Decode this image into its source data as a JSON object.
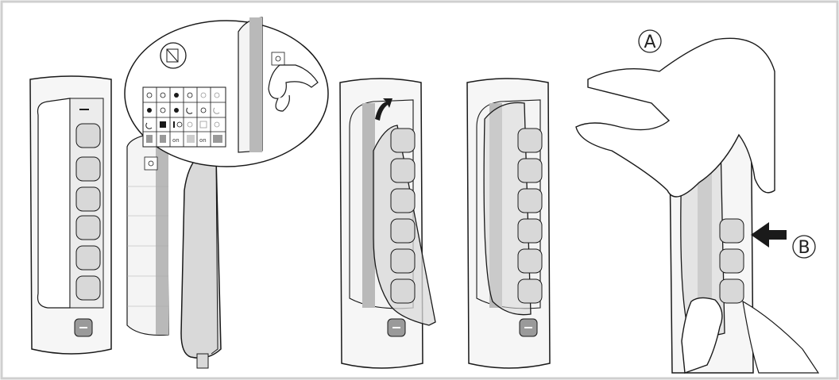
{
  "callouts": {
    "a": "A",
    "b": "B"
  },
  "sticker_sheet": {
    "label_on": "on",
    "label_on_2": "on"
  },
  "colors": {
    "frame_border": "#cfcfcf",
    "line": "#1a1a1a",
    "panel_fill": "#f4f4f4",
    "strip_fill": "#b9b9b9",
    "button_fill": "#d8d8d8",
    "cover_fill": "#d9d9d9"
  }
}
